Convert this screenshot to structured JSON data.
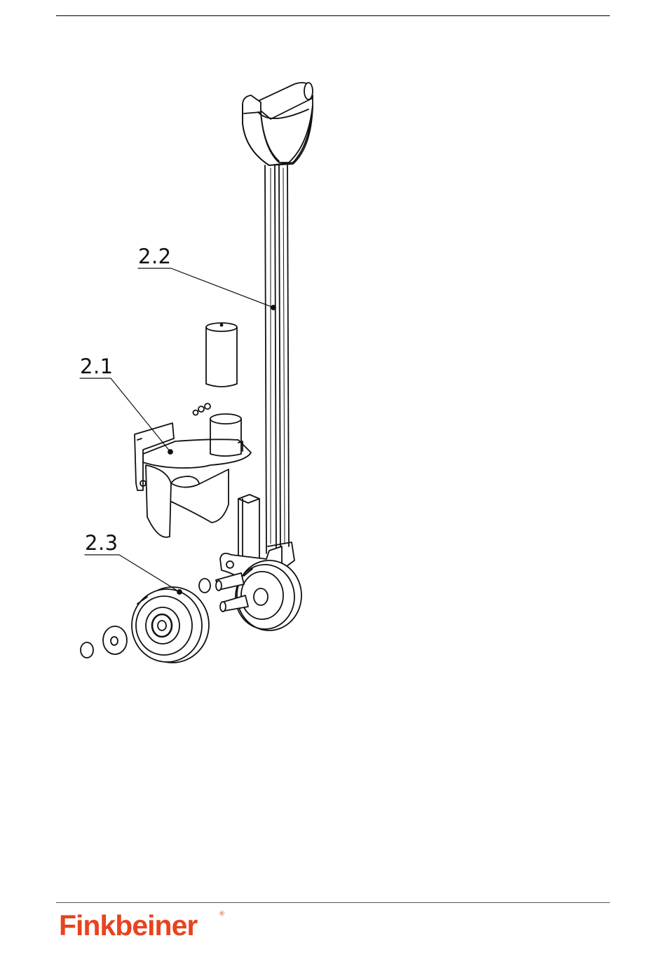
{
  "callouts": {
    "part_2_2": "2.2",
    "part_2_1": "2.1",
    "part_2_3": "2.3"
  },
  "footer": {
    "brand": "Finkbeiner",
    "registered_mark": "®",
    "brand_color": "#e8431f"
  }
}
